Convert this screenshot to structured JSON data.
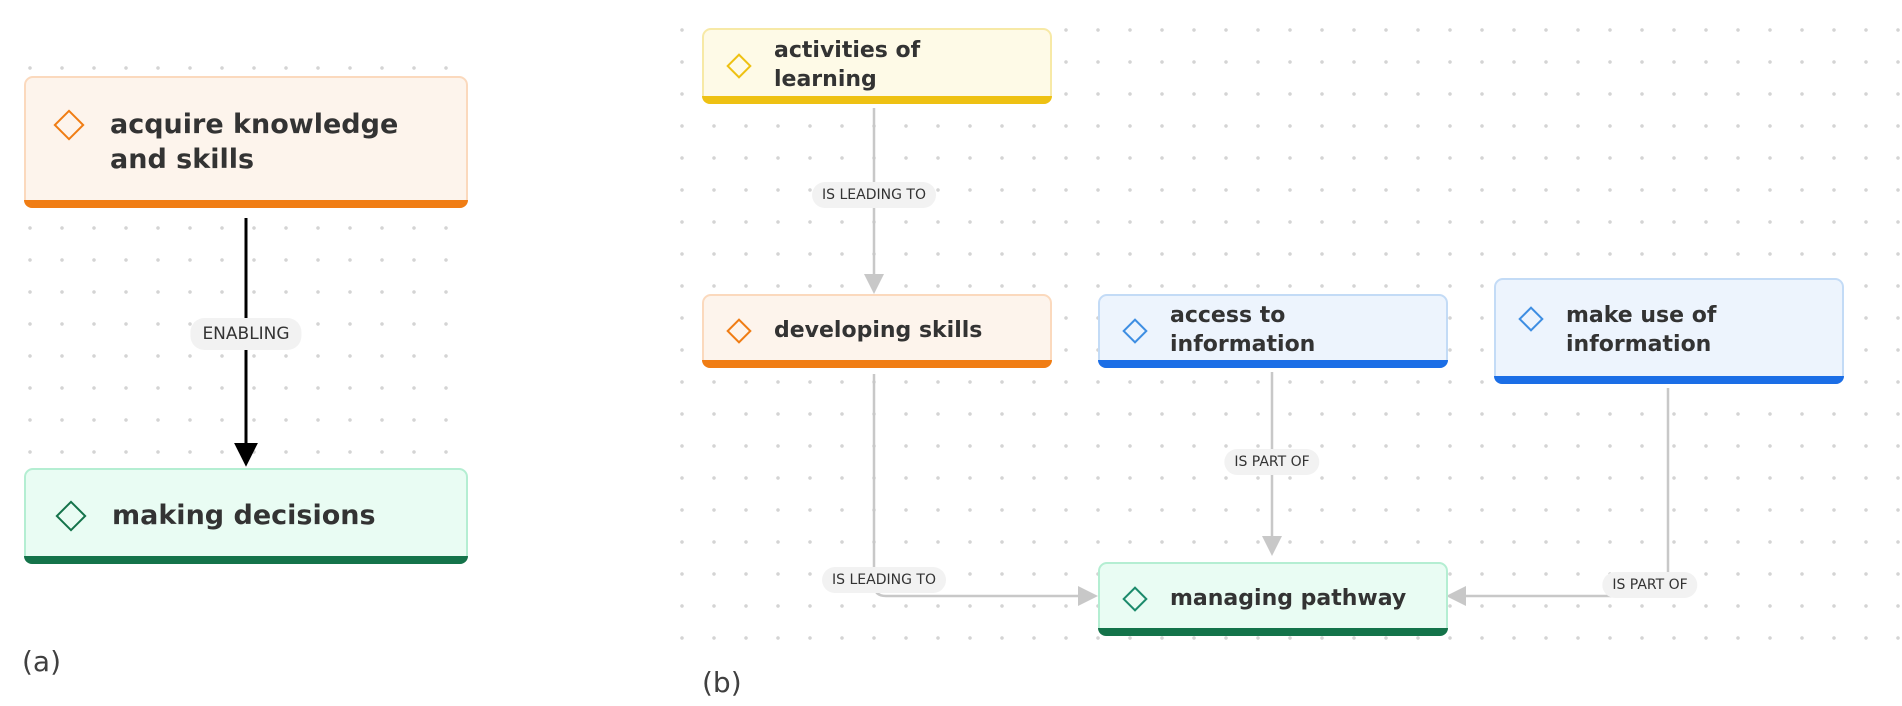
{
  "panel_a": {
    "caption": "(a)",
    "nodes": {
      "acquire": "acquire knowledge and skills",
      "decisions": "making decisions"
    },
    "edges": {
      "enabling": "ENABLING"
    }
  },
  "panel_b": {
    "caption": "(b)",
    "nodes": {
      "activities": "activities of learning",
      "developing": "developing skills",
      "access": "access to information",
      "make_use": "make use of information",
      "managing": "managing pathway"
    },
    "edges": {
      "activities_to_developing": "IS LEADING TO",
      "developing_to_managing": "IS LEADING TO",
      "access_to_managing": "IS PART OF",
      "make_use_to_managing": "IS PART OF"
    }
  },
  "colors": {
    "orange": "#f07d14",
    "yellow": "#eec113",
    "green": "#14734a",
    "blue": "#1b6ee6"
  },
  "icon": "diamond-icon"
}
